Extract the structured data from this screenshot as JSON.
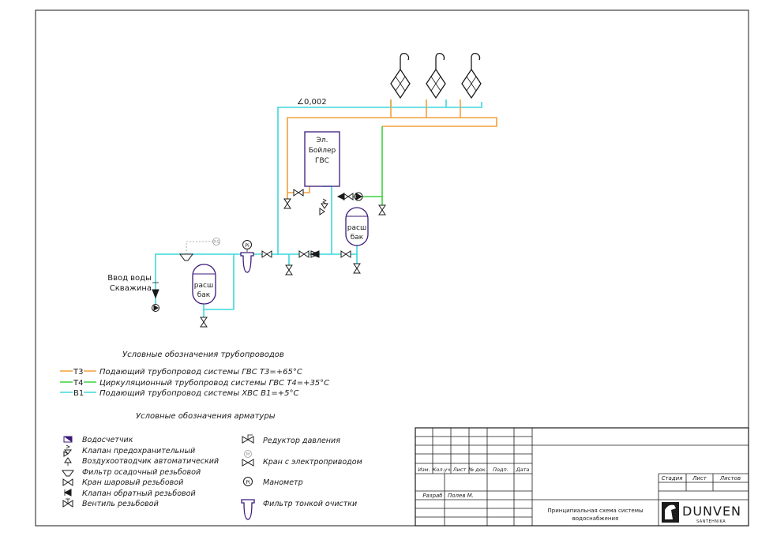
{
  "schema": {
    "slope_label": "∠0,002",
    "boiler_label": [
      "Эл.",
      "Бойлер",
      "ГВС"
    ],
    "tank_label": [
      "расш",
      "бак"
    ],
    "inlet_label": [
      "Ввод воды",
      "Скважина"
    ],
    "pi_label": "Pi",
    "pis_label": "PiS",
    "m_label": "M"
  },
  "pipe_legend": {
    "title": "Условные обозначения трубопроводов",
    "items": [
      {
        "code": "Т3",
        "text": "Подающий трубопровод системы ГВС Т3=+65°С",
        "color": "#f2a03c"
      },
      {
        "code": "Т4",
        "text": "Циркуляционный трубопровод системы ГВС Т4=+35°С",
        "color": "#3ed13e"
      },
      {
        "code": "В1",
        "text": "Подающий трубопровод системы ХВС В1=+5°С",
        "color": "#3fd7de"
      }
    ]
  },
  "fittings_legend": {
    "title": "Условные обозначения арматуры",
    "left": [
      {
        "icon": "water-meter-icon",
        "text": "Водосчетчик"
      },
      {
        "icon": "safety-valve-icon",
        "text": "Клапан предохранительный"
      },
      {
        "icon": "air-vent-icon",
        "text": "Воздухоотводчик автоматический"
      },
      {
        "icon": "sediment-filter-icon",
        "text": "Фильтр осадочный резьбовой"
      },
      {
        "icon": "ball-valve-icon",
        "text": "Кран шаровый резьбовой"
      },
      {
        "icon": "check-valve-icon",
        "text": "Клапан обратный резьбовой"
      },
      {
        "icon": "threaded-valve-icon",
        "text": "Вентиль резьбовой"
      }
    ],
    "right": [
      {
        "icon": "pressure-reducer-icon",
        "text": "Редуктор давления"
      },
      {
        "icon": "motorized-valve-icon",
        "text": "Кран с электроприводом"
      },
      {
        "icon": "manometer-icon",
        "text": "Манометр"
      },
      {
        "icon": "fine-filter-icon",
        "text": "Фильтр тонкой очистки"
      }
    ]
  },
  "title_block": {
    "columns": [
      "Изм.",
      "Кол.уч",
      "Лист",
      "№ док.",
      "Подп.",
      "Дата"
    ],
    "developed_label": "Разраб",
    "developer": "Полев М.",
    "stage_headers": [
      "Стадия",
      "Лист",
      "Листов"
    ],
    "drawing_title": [
      "Принципиальная схема системы",
      "водоснабжения"
    ],
    "logo_text": "DUNVEN",
    "logo_sub": "SANTEHNIKA"
  },
  "colors": {
    "hot_supply": "#f2a03c",
    "circulation": "#3ed13e",
    "cold_supply": "#3fd7de",
    "equipment": "#3b1a7a"
  }
}
